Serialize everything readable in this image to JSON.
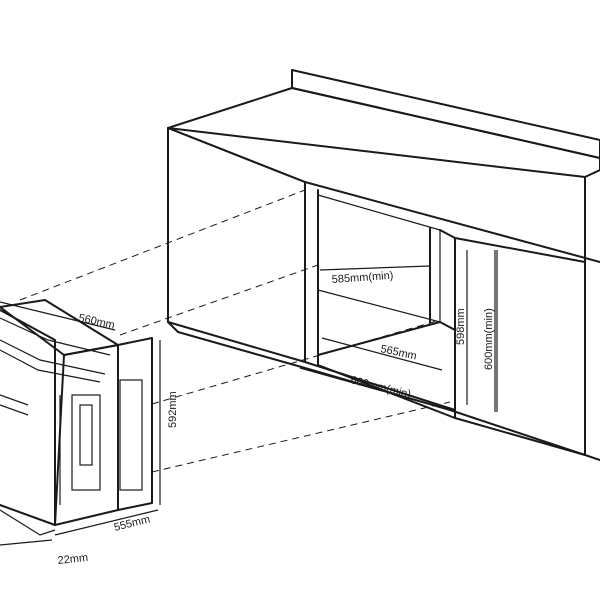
{
  "diagram": {
    "stroke_color": "#1a1a1a",
    "background": "#ffffff",
    "dimensions": {
      "oven_width": "560mm",
      "oven_height": "592mm",
      "oven_depth": "555mm",
      "door_offset": "22mm",
      "niche_width": "585mm(min)",
      "niche_depth": "565mm",
      "cabinet_width": "600mm(min)",
      "niche_height": "598mm",
      "cabinet_height": "600mm(min)"
    }
  }
}
